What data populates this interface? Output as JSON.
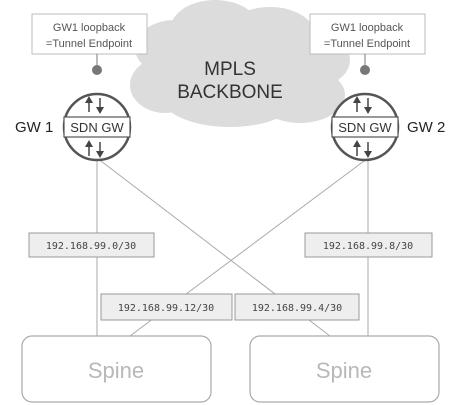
{
  "cloud_text": {
    "line1": "MPLS",
    "line2": "BACKBONE"
  },
  "gateways": [
    {
      "name": "GW 1",
      "inner_label": "SDN GW",
      "callout_line1": "GW1 loopback",
      "callout_line2": "=Tunnel Endpoint"
    },
    {
      "name": "GW 2",
      "inner_label": "SDN GW",
      "callout_line1": "GW1 loopback",
      "callout_line2": "=Tunnel Endpoint"
    }
  ],
  "links": [
    {
      "subnet": "192.168.99.0/30"
    },
    {
      "subnet": "192.168.99.8/30"
    },
    {
      "subnet": "192.168.99.12/30"
    },
    {
      "subnet": "192.168.99.4/30"
    }
  ],
  "spines": [
    {
      "label": "Spine"
    },
    {
      "label": "Spine"
    }
  ],
  "colors": {
    "cloud": "#dcdcdc",
    "line": "#aaaaaa",
    "label_fill": "#eeeeee",
    "label_stroke": "#999999",
    "text_dark": "#444444",
    "gw_stroke": "#555555",
    "spine_text": "#b8b8b8"
  }
}
